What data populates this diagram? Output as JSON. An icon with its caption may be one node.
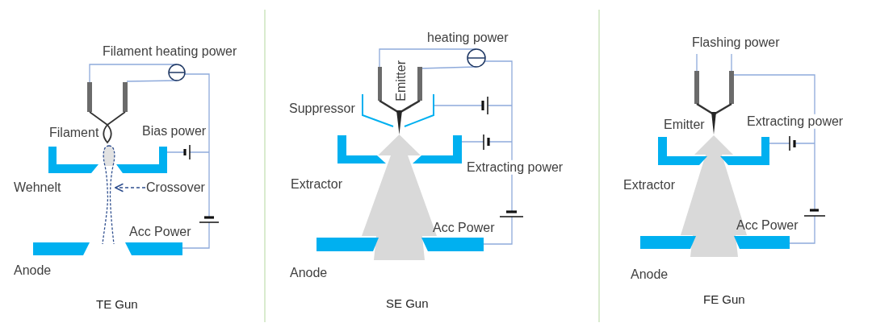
{
  "diagram": {
    "nodes": [
      {
        "text": [
          "Crossover"
        ]
      },
      {
        "text": [],
        "shape": "picture"
      },
      {
        "text": [],
        "shape": "picture"
      },
      {
        "text": [],
        "shape": "picture"
      }
    ],
    "edges": [
      {
        "from": 0,
        "to": 1,
        "arrow": "to",
        "style": "dashed"
      }
    ],
    "labels": [
      "Filament heating power",
      "Filament",
      "Bias power",
      "Wehnelt",
      "Acc Power",
      "Anode",
      "TE Gun",
      "heating power",
      "Emitter",
      "Suppressor",
      "Extracting power",
      "Extractor",
      "Acc Power",
      "Anode",
      "SE Gun",
      "Flashing power",
      "Emitter",
      "Extracting power",
      "Extractor",
      "Acc Power",
      "Anode",
      "FE Gun"
    ]
  }
}
